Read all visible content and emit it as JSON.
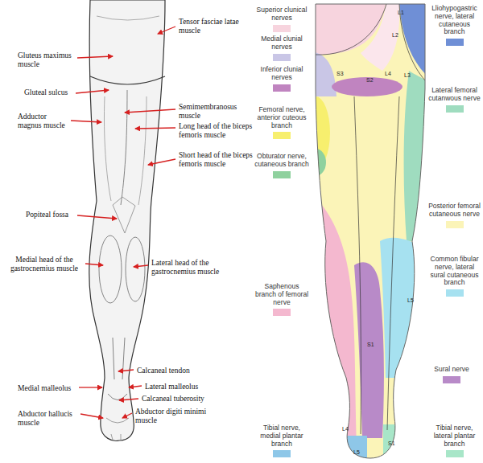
{
  "diagram": {
    "labels": [
      "Gluteus maximus muscle",
      "Tensor fasciae latae muscle",
      "Gluteal sulcus",
      "Semimembranosus muscle",
      "Adductor magnus muscle",
      "Long head of the biceps femoris muscle",
      "Short head of the biceps femoris muscle",
      "Popiteal fossa",
      "Medial head of the gastrocnemius muscle",
      "Lateral head of the gastrocnemius muscle",
      "Calcaneal tendon",
      "Medial malleolus",
      "Lateral malleolus",
      "Calcaneal tuberosity",
      "Abductor hallucis muscle",
      "Abductor digiti minimi muscle",
      "L1",
      "L2",
      "S3",
      "S2",
      "L4",
      "L3",
      "L5",
      "S1",
      "L4",
      "S1",
      "L5"
    ],
    "legend": [
      {
        "text": "Superior clunical nerves",
        "color": "#f7d4de"
      },
      {
        "text": "Medial clunial nerves",
        "color": "#c9c6e6"
      },
      {
        "text": "Inferior clunial nerves",
        "color": "#c084c0"
      },
      {
        "text": "Femoral nerve, anterior cuteous branch",
        "color": "#f7ef6e"
      },
      {
        "text": "Obturator nerve, cutaneous branch",
        "color": "#8fd19e"
      },
      {
        "text": "Lliohypogastric nerve, lateral cutaneous branch",
        "color": "#6f8fd6"
      },
      {
        "text": "Lateral femoral cutanwous nerve",
        "color": "#9fdcbf"
      },
      {
        "text": "Posterior femoral cutaneous nerve",
        "color": "#fbf4b8"
      },
      {
        "text": "Common fibular nerve, lateral sural cutaneous branch",
        "color": "#a6e1f0"
      },
      {
        "text": "Saphenous branch of femoral nerve",
        "color": "#f4b8cf"
      },
      {
        "text": "Sural nerve",
        "color": "#b88ac8"
      },
      {
        "text": "Tibial nerve, medial plantar branch",
        "color": "#8ec7e8"
      },
      {
        "text": "Tibial nerve, lateral plantar branch",
        "color": "#a8e6c8"
      }
    ]
  }
}
